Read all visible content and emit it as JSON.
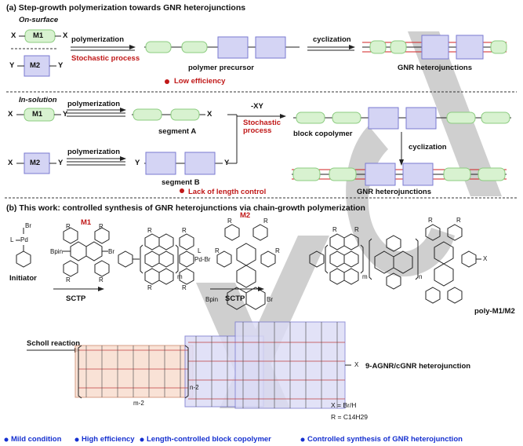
{
  "section_a": {
    "title": "(a) Step-growth polymerization towards GNR heterojunctions",
    "on_surface": {
      "label": "On-surface",
      "m1": "M1",
      "m2": "M2",
      "x_left": "X",
      "x_right": "X",
      "y_left": "Y",
      "y_right": "Y",
      "polymerization": "polymerization",
      "stochastic": "Stochastic process",
      "precursor": "polymer precursor",
      "low_efficiency": "Low efficiency",
      "cyclization": "cyclization",
      "product": "GNR heterojunctions"
    },
    "in_solution": {
      "label": "In-solution",
      "m1": "M1",
      "m2": "M2",
      "x": "X",
      "y": "Y",
      "polymerization_1": "polymerization",
      "polymerization_2": "polymerization",
      "segment_a": "segment A",
      "segment_b": "segment B",
      "xy": "-XY",
      "stochastic": "Stochastic process",
      "block": "block copolymer",
      "cyclization": "cyclization",
      "product": "GNR heterojunctions",
      "lack": "Lack of length control"
    }
  },
  "section_b": {
    "title": "(b) This work: controlled synthesis of GNR heterojunctions via chain-growth polymerization",
    "initiator": "Initiator",
    "br": "Br",
    "l": "L",
    "pd": "Pd",
    "m1": "M1",
    "m2": "M2",
    "bpin": "Bpin",
    "r": "R",
    "sctp1": "SCTP",
    "sctp2": "SCTP",
    "pd_br": "Pd-Br",
    "m": "m",
    "n": "n",
    "m2sub": "m-2",
    "n2sub": "n-2",
    "poly": "poly-M1/M2",
    "scholl": "Scholl reaction",
    "hetero": "9-AGNR/cGNR heterojunction",
    "x_def": "X = Br/H",
    "r_def": "R = C14H29",
    "features": [
      "Mild condition",
      "High efficiency",
      "Length-controlled block copolymer",
      "Controlled synthesis of GNR heterojunction"
    ]
  },
  "colors": {
    "green_fill": "#d8f2d0",
    "green_edge": "#8ccc80",
    "purple_fill": "#d4d4f4",
    "purple_edge": "#7a7ad0",
    "red_text": "#c01818",
    "blue_text": "#1530d0",
    "watermark": "#b0b0b0"
  }
}
